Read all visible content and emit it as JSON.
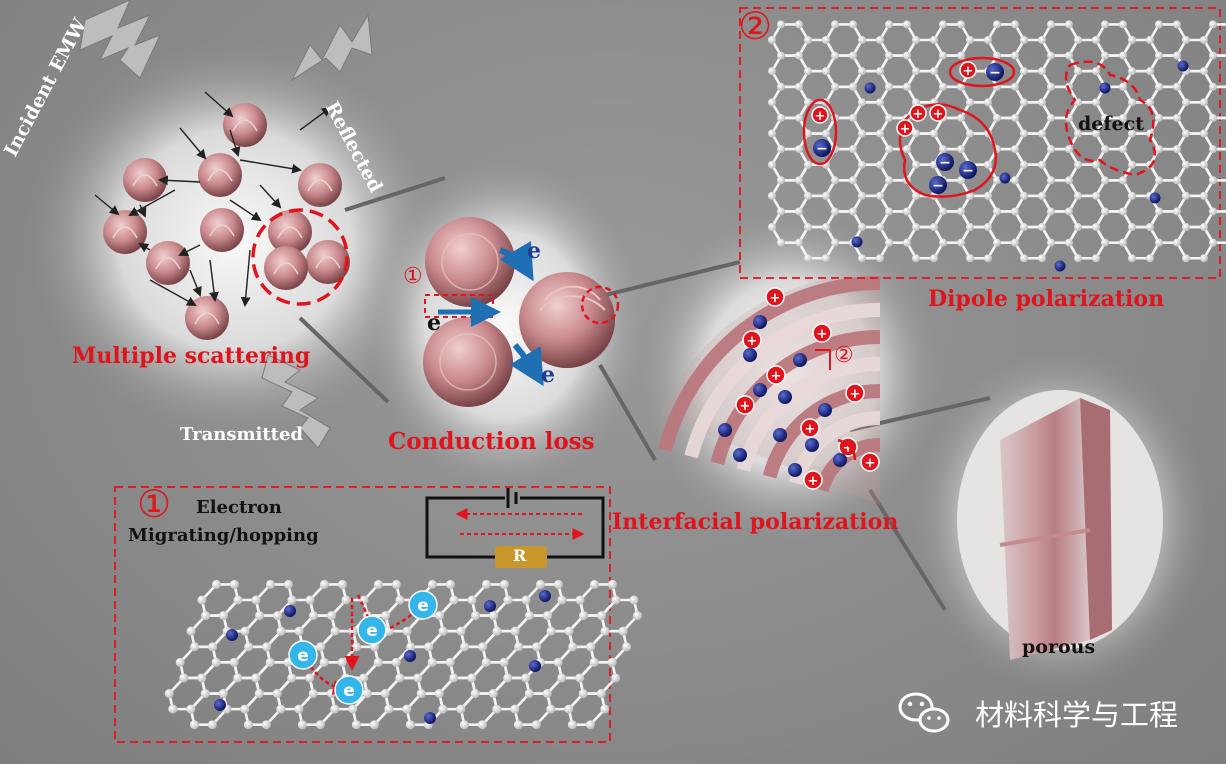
{
  "labels": {
    "incident": "Incident EMW",
    "reflected": "Reflected",
    "transmitted": "Transmitted",
    "multiple_scattering": "Multiple scattering",
    "conduction_loss": "Conduction loss",
    "interfacial_polarization": "Interfacial polarization",
    "dipole_polarization": "Dipole polarization",
    "defect": "defect",
    "porous": "porous",
    "electron": "Electron",
    "migrating": "Migrating/hopping",
    "resistor": "R",
    "electron_symbol": "e",
    "marker_1": "①",
    "marker_2": "②",
    "plus": "+",
    "minus": "−"
  },
  "watermark": {
    "text": "材料科学与工程",
    "icon": "wechat-icon"
  },
  "colors": {
    "accent_red": "#e0141c",
    "dopant_blue": "#1a2a8c",
    "electron_cyan": "#35b6ea",
    "resistor_gold": "#c8962a",
    "particle_pink": "#c98a8e"
  }
}
